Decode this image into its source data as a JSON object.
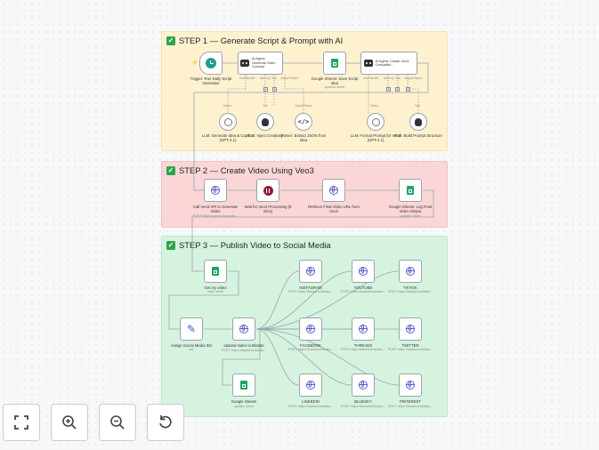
{
  "sections": [
    {
      "title": "STEP 1 — Generate Script & Prompt with AI"
    },
    {
      "title": "STEP 2 — Create Video Using Veo3"
    },
    {
      "title": "STEP 3 — Publish Video to Social Media"
    }
  ],
  "step1": {
    "trigger_label": "Trigger: Run Daily Script Generator",
    "agent1_text": "AI Agent: Generate Video Concept",
    "sheets_save_label": "Google Sheets: Save Script Idea",
    "sheets_save_sub": "append: sheet",
    "agent2_text": "AI Agent: Create Veo3-Compatibl...",
    "port_labels": [
      "Chat Model*",
      "Memory",
      "Tool",
      "Output Parser"
    ],
    "sub_labels": [
      "Model",
      "Tool",
      "Output Parser",
      "Model",
      "Tool"
    ],
    "llm1_label": "LLM: Generate Idea & Caption (GPT-4.1)",
    "tool_creativity_label": "Tool: Inject Creativity",
    "parser_label": "Parser: Extract JSON from Idea",
    "llm2_label": "LLM: Format Prompt for Veo3 (GPT-4.1)",
    "tool_structure_label": "Tool: Build Prompt Structure"
  },
  "step2": {
    "call_label": "Call Veo3 API to Generate Video",
    "call_sub": "POST: https://queue.fal.run/fa...",
    "wait_label": "Wait for Veo3 Processing (5 mins)",
    "retrieve_label": "Retrieve Final Video URL from Veo3",
    "log_label": "Google Sheets: Log Final Video Output",
    "log_sub": "update: sheet"
  },
  "step3": {
    "get_video_label": "Get my video",
    "get_video_sub": "read: sheet",
    "assign_label": "Assign Social Media IDs",
    "assign_sub": "set",
    "upload_label": "Upload Video to Blotato",
    "upload_sub": "POST: https://backend.blotato...",
    "sheets_label": "Google Sheets",
    "sheets_sub": "update: sheet",
    "platforms": [
      {
        "name": "INSTAGRAM",
        "sub": "POST: https://backend.blotato..."
      },
      {
        "name": "YOUTUBE",
        "sub": "POST: https://backend.blotato..."
      },
      {
        "name": "TIKTOK",
        "sub": "POST: https://backend.blotato..."
      },
      {
        "name": "FACEBOOK",
        "sub": "POST: https://backend.blotato..."
      },
      {
        "name": "THREADS",
        "sub": "POST: https://backend.blotato..."
      },
      {
        "name": "TWITTER",
        "sub": "POST: https://backend.blotato..."
      },
      {
        "name": "LINKEDIN",
        "sub": "POST: https://backend.blotato..."
      },
      {
        "name": "BLUESKY",
        "sub": "POST: https://backend.blotato..."
      },
      {
        "name": "PINTEREST",
        "sub": "POST: https://backend.blotato..."
      }
    ]
  },
  "controls": {
    "fit_icon": "fit-view-icon",
    "zoom_in_icon": "zoom-in-icon",
    "zoom_out_icon": "zoom-out-icon",
    "reset_icon": "reset-zoom-icon"
  },
  "colors": {
    "step1_bg": "#fdf1cf",
    "step2_bg": "#fbd6d6",
    "step3_bg": "#d6f3e0",
    "check": "#2ea44f",
    "globe": "#5b5fc7",
    "sheets": "#21a464"
  }
}
